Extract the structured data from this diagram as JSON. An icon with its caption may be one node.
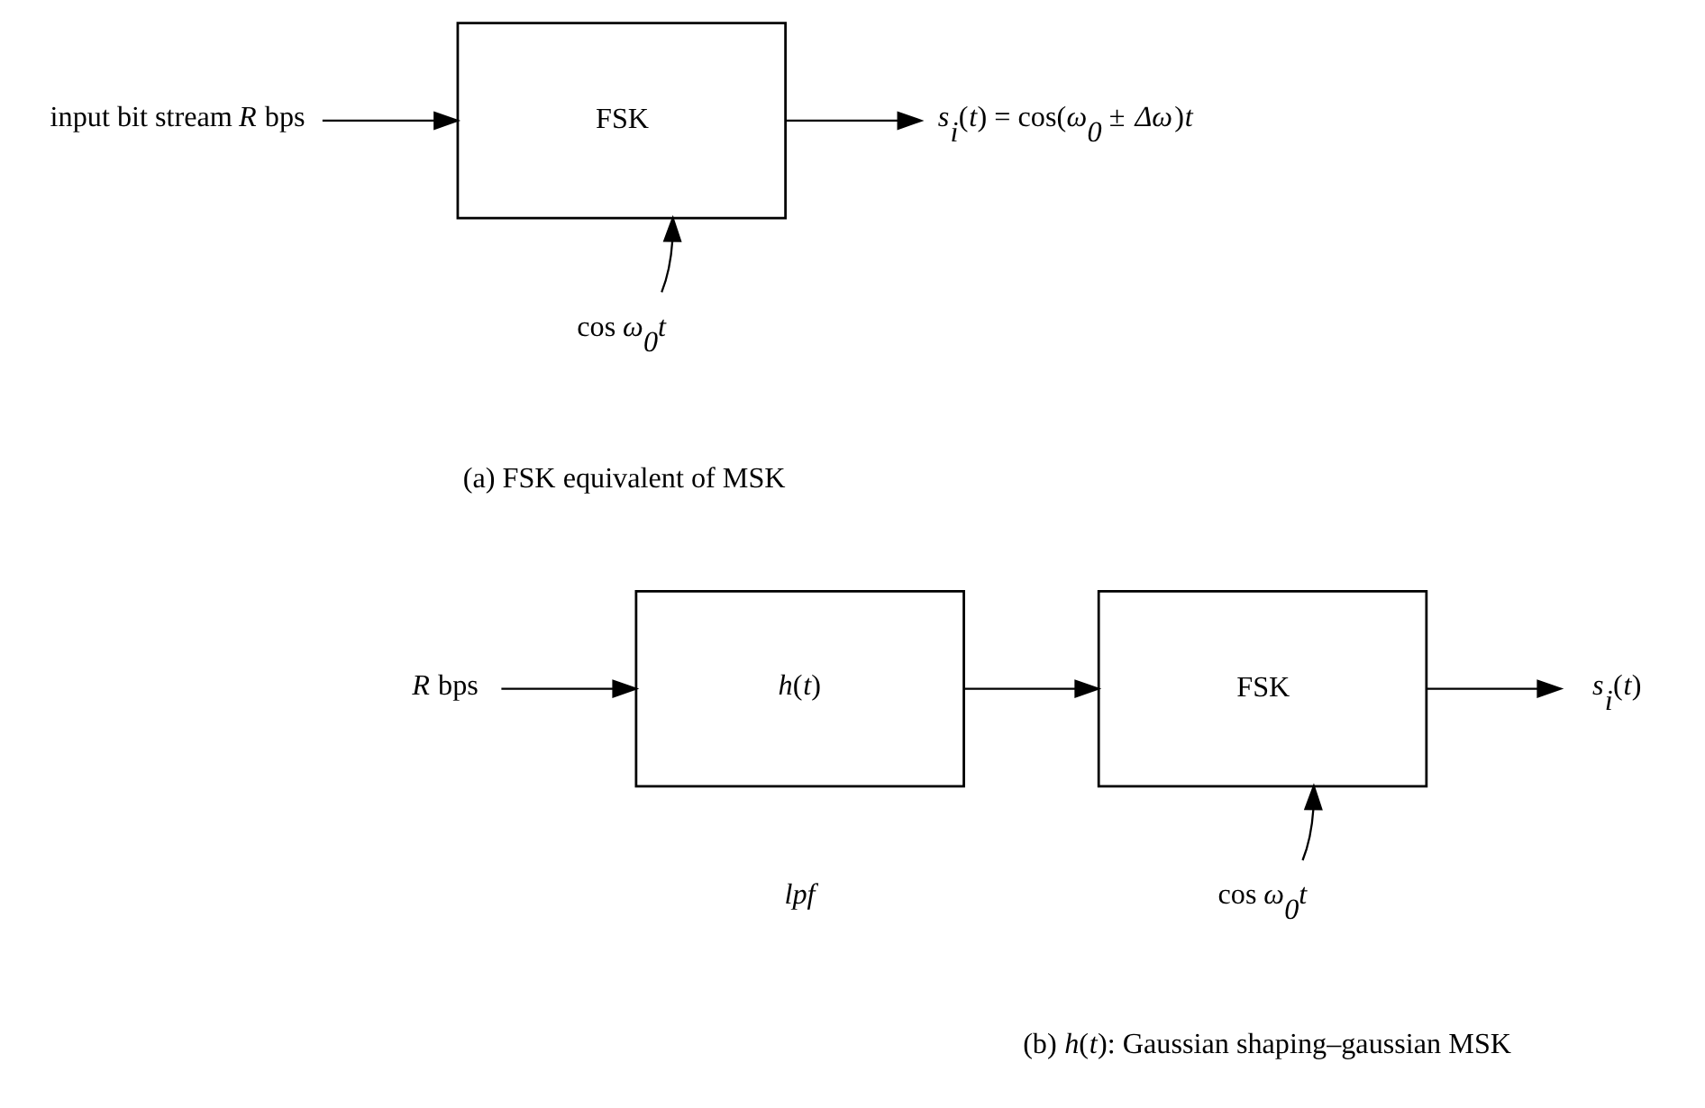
{
  "diagram": {
    "nodes": [
      {
        "text": [
          "input bit stream *R* bps"
        ]
      },
      {
        "text": [
          "FSK"
        ]
      },
      {
        "text": [
          "*s*$_{i}$(*t*) = cos(*ω*$_{0}$ ± *Δω*)*t*"
        ]
      },
      {
        "text": [
          "cos *ω*$_{0}$*t*"
        ]
      },
      {
        "text": [
          "*R* bps"
        ]
      },
      {
        "text": [
          "*h*(*t*)"
        ],
        "beside": [
          "lpf"
        ]
      },
      {
        "text": [
          "FSK"
        ]
      },
      {
        "text": [
          "*s*$_{i}$(*t*)"
        ]
      },
      {
        "text": [
          "cos *ω*$_{0}$*t*"
        ]
      }
    ],
    "edges": [
      {
        "from": 0,
        "to": 1,
        "arrow": "to"
      },
      {
        "from": 1,
        "to": 2,
        "arrow": "to"
      },
      {
        "from": 3,
        "to": 1,
        "arrow": "to"
      },
      {
        "from": 4,
        "to": 5,
        "arrow": "to"
      },
      {
        "from": 5,
        "to": 6,
        "arrow": "to"
      },
      {
        "from": 6,
        "to": 7,
        "arrow": "to"
      },
      {
        "from": 8,
        "to": 6,
        "arrow": "to"
      }
    ],
    "labels": [
      "(a) FSK equivalent of MSK",
      "(b) *h*(*t*): Gaussian shaping–gaussian MSK"
    ]
  }
}
